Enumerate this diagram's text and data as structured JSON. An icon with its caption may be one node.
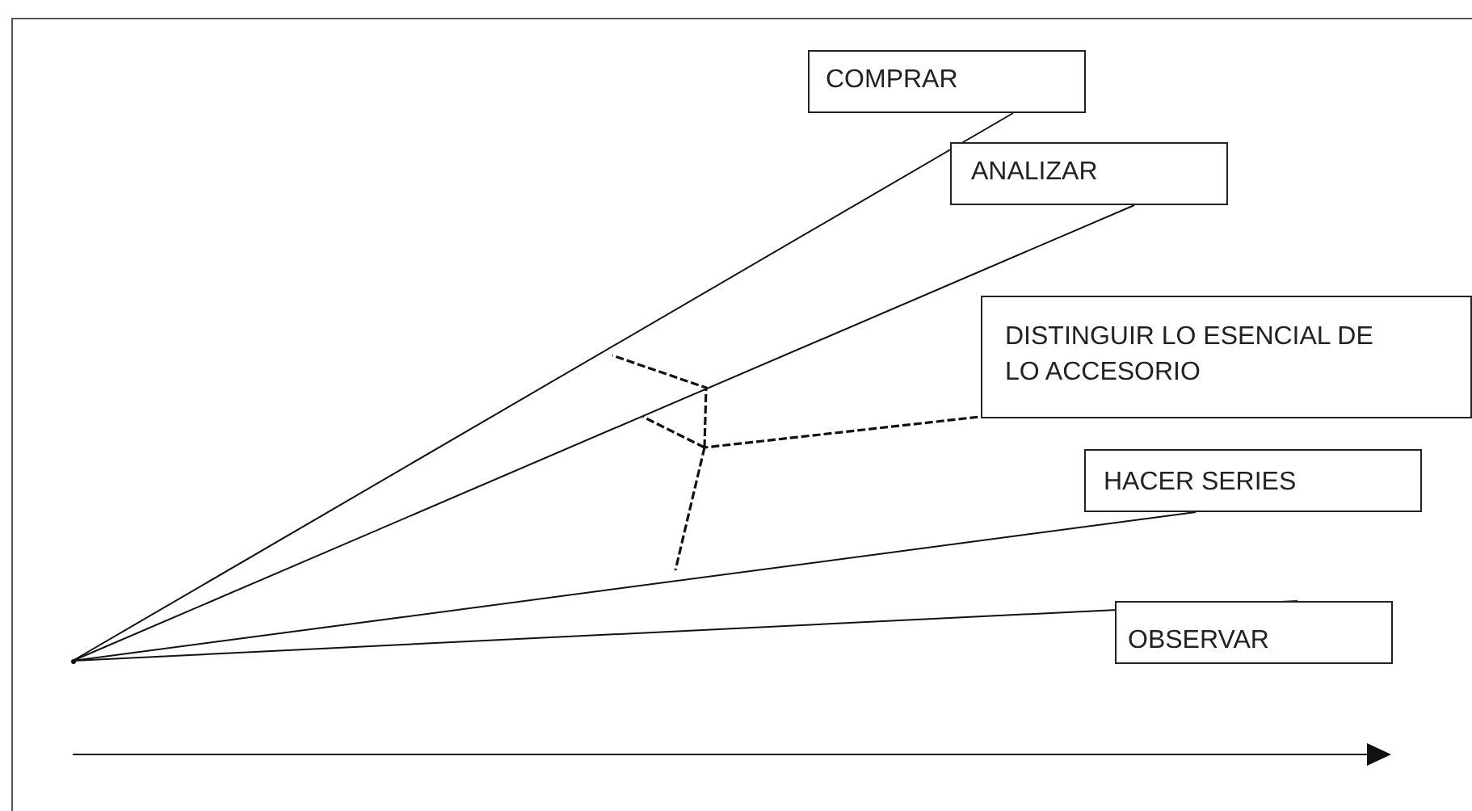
{
  "diagram": {
    "nodes": [
      {
        "text": [],
        "shape": "point"
      },
      {
        "text": [
          "COMPRAR"
        ]
      },
      {
        "text": [
          "ANALIZAR"
        ]
      },
      {
        "text": [
          "DISTINGUIR LO ESENCIAL DE LO ACCESORIO"
        ]
      },
      {
        "text": [
          "HACER SERIES"
        ]
      },
      {
        "text": [
          "OBSERVAR"
        ]
      }
    ],
    "edges": [
      {
        "from": 0,
        "to": 1,
        "arrow": "none"
      },
      {
        "from": 0,
        "to": 2,
        "arrow": "none"
      },
      {
        "from": 0,
        "to": 4,
        "arrow": "none"
      },
      {
        "from": 0,
        "to": 5,
        "arrow": "none"
      },
      {
        "from": 3,
        "to": null,
        "arrow": "none",
        "style": "dashed"
      }
    ]
  }
}
